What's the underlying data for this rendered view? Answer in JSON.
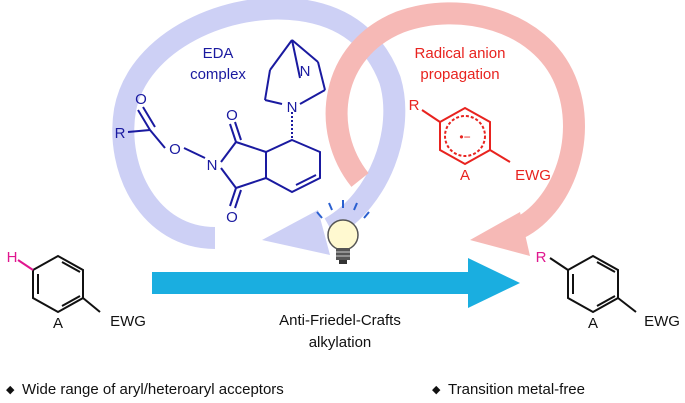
{
  "edaCycle": {
    "titleLine1": "EDA",
    "titleLine2": "complex",
    "color": "#1a1aa0",
    "arrowColor": "#cdd0f5"
  },
  "edaComplex": {
    "rLabel": "R",
    "oCarbonyl": "O",
    "oEster": "O",
    "nImide": "N",
    "oImideTop": "O",
    "oImideBottom": "O",
    "nAmine": "N",
    "nAmineBridge": "N"
  },
  "radicalCycle": {
    "titleLine1": "Radical anion",
    "titleLine2": "propagation",
    "color": "#e8231f",
    "arrowColor": "#f6b9b6"
  },
  "radicalAnion": {
    "rLabel": "R",
    "aLabel": "A",
    "ewgLabel": "EWG",
    "radicalSymbol": "•−"
  },
  "substrate": {
    "hLabel": "H",
    "aLabel": "A",
    "ewgLabel": "EWG",
    "hColor": "#e0178f"
  },
  "product": {
    "rLabel": "R",
    "aLabel": "A",
    "ewgLabel": "EWG",
    "rColor": "#e0178f"
  },
  "reaction": {
    "line1": "Anti-Friedel-Crafts",
    "line2": "alkylation",
    "arrowColor": "#1aaee0",
    "icon": "light-bulb-icon"
  },
  "features": [
    {
      "bullet": "◆",
      "text": "Wide range of aryl/heteroaryl acceptors"
    },
    {
      "bullet": "◆",
      "text": "Transition metal-free"
    }
  ]
}
